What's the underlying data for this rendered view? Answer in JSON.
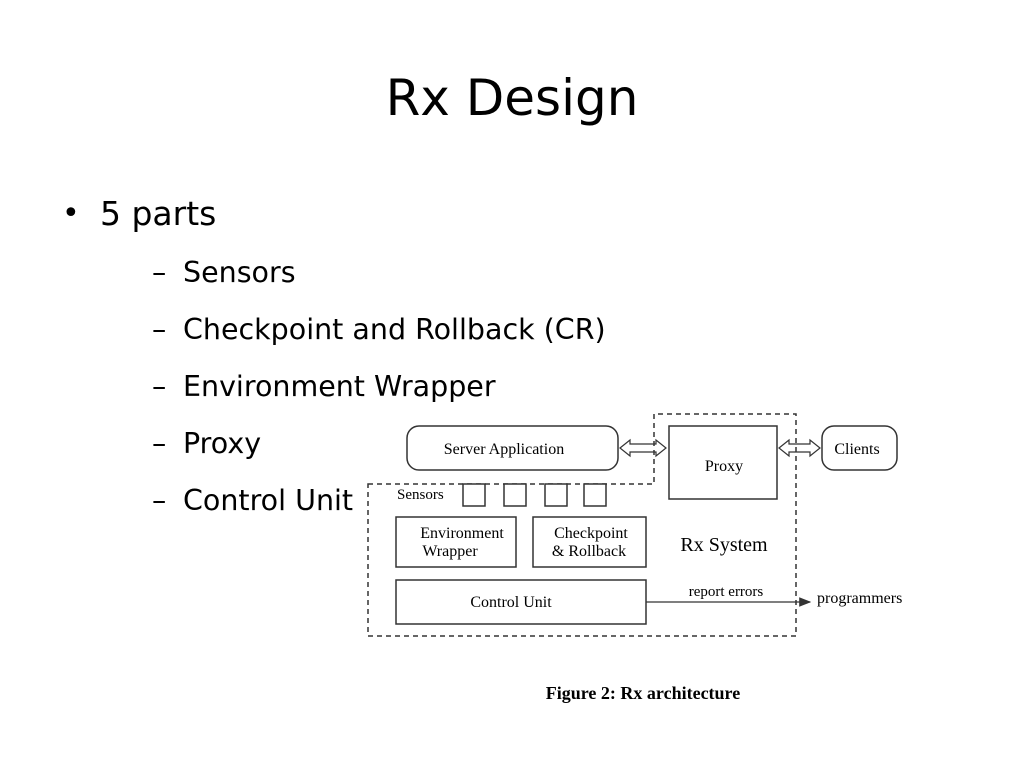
{
  "title": "Rx Design",
  "bullets": {
    "main": "5 parts",
    "items": [
      "Sensors",
      "Checkpoint and Rollback (CR)",
      "Environment Wrapper",
      "Proxy",
      "Control Unit"
    ]
  },
  "diagram": {
    "server_application": "Server Application",
    "proxy": "Proxy",
    "clients": "Clients",
    "sensors": "Sensors",
    "environment_wrapper": [
      "Environment",
      "Wrapper"
    ],
    "checkpoint_rollback": [
      "Checkpoint",
      "& Rollback"
    ],
    "rx_system": "Rx System",
    "control_unit": "Control Unit",
    "report_errors": "report errors",
    "programmers": "programmers",
    "caption": "Figure 2:  Rx architecture"
  }
}
